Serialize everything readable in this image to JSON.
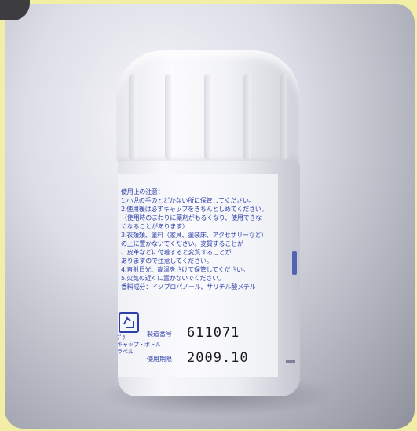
{
  "label": {
    "lines": [
      "使用上の注意：",
      "1.小児の手のとどかない所に保管してください。",
      "2.使用後は必ずキャップをきちんとしめてください。",
      "（使用時のまわりに薬剤がもるくなり、使用できな",
      "くなることがあります）",
      "3.衣類類、塗料（家具、塗装床、アクセサリーなど）",
      "の上に置かないでください。変質することが",
      "、皮革などに付着すると変質することが",
      "ありますので注意してください。",
      "4.直射日光、高温をさけて保管してください。",
      "5.火気の近くに置かないでください。",
      "香料成分：イソプロパノール、サリチル酸メチル"
    ],
    "recycle_text": [
      "ﾌﾟﾗ",
      "キャップ・ボトル",
      "ラベル"
    ],
    "manufacture_no_label": "製造番号",
    "manufacture_no": "611071",
    "expiry_label": "使用期限",
    "expiry": "2009.10"
  },
  "colors": {
    "background": "#f3eea6",
    "print_blue": "#2d3fa8",
    "ink_black": "#1b1b22"
  }
}
